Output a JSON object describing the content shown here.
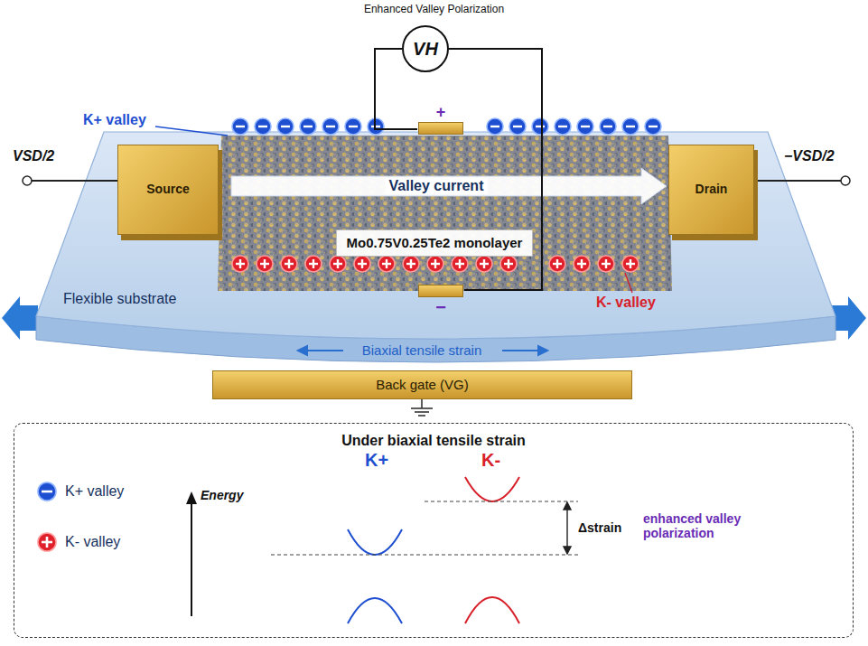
{
  "diagram": {
    "title": "Enhanced Valley Polarization",
    "nodes": [
      {
        "text": [
          "Source"
        ]
      },
      {
        "text": [
          "Drain"
        ]
      },
      {
        "text": [
          "VH"
        ]
      },
      {
        "text": [
          "+"
        ]
      },
      {
        "text": [
          "−"
        ]
      },
      {
        "text": [
          "Mo0.75V0.25Te2 monolayer"
        ]
      },
      {
        "text": [
          "Back gate (VG)"
        ]
      },
      {
        "text": [
          "Under biaxial tensile strain"
        ]
      }
    ],
    "edges": [
      {
        "from": 0,
        "to": 1,
        "arrow": "to",
        "label": "Valley current"
      },
      {
        "from": 2,
        "to": 3,
        "arrow": "none"
      },
      {
        "from": 2,
        "to": 4,
        "arrow": "none"
      }
    ],
    "labels": [
      "K+ valley",
      "K- valley",
      "VSD/2",
      "−VSD/2",
      "Flexible substrate",
      "Biaxial tensile strain",
      "Energy",
      "K+",
      "K-",
      "Δstrain",
      "enhanced valley polarization"
    ],
    "legend": [
      {
        "text": "K+ valley"
      },
      {
        "text": "K- valley"
      }
    ]
  }
}
